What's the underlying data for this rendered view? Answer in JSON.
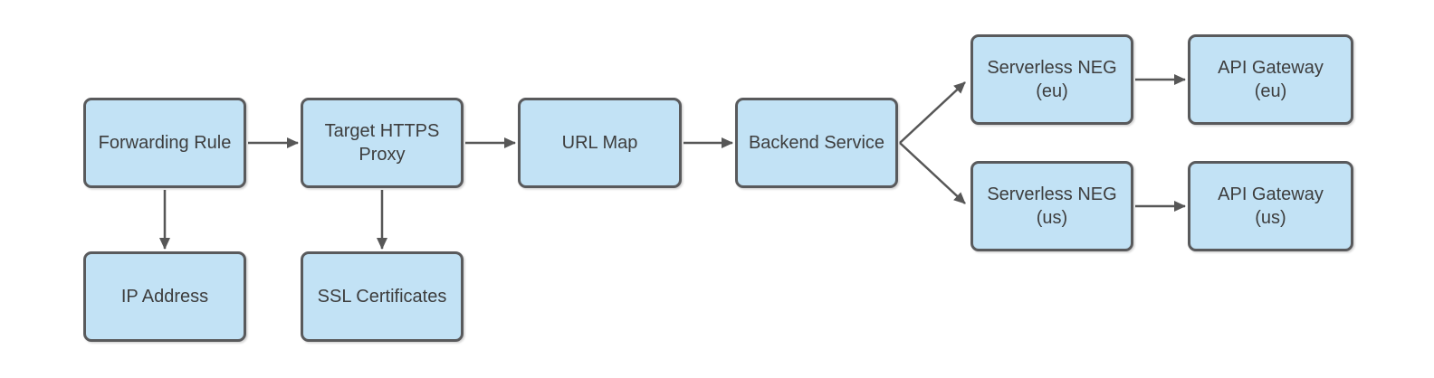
{
  "diagram": {
    "type": "flowchart",
    "background": "#ffffff",
    "colors": {
      "node_fill": "#c2e2f5",
      "node_border": "#595a5c",
      "arrow": "#575757",
      "text": "#3d3d3d"
    },
    "nodes": [
      {
        "id": "forwarding-rule",
        "label": "Forwarding Rule"
      },
      {
        "id": "target-https-proxy",
        "label": "Target HTTPS\nProxy"
      },
      {
        "id": "url-map",
        "label": "URL Map"
      },
      {
        "id": "backend-service",
        "label": "Backend Service"
      },
      {
        "id": "serverless-neg-eu",
        "label": "Serverless NEG\n(eu)"
      },
      {
        "id": "api-gateway-eu",
        "label": "API Gateway\n(eu)"
      },
      {
        "id": "serverless-neg-us",
        "label": "Serverless NEG\n(us)"
      },
      {
        "id": "api-gateway-us",
        "label": "API Gateway\n(us)"
      },
      {
        "id": "ip-address",
        "label": "IP Address"
      },
      {
        "id": "ssl-certificates",
        "label": "SSL Certificates"
      }
    ],
    "edges": [
      {
        "from": "Forwarding Rule",
        "to": "Target HTTPS Proxy"
      },
      {
        "from": "Target HTTPS Proxy",
        "to": "URL Map"
      },
      {
        "from": "URL Map",
        "to": "Backend Service"
      },
      {
        "from": "Backend Service",
        "to": "Serverless NEG (eu)"
      },
      {
        "from": "Backend Service",
        "to": "Serverless NEG (us)"
      },
      {
        "from": "Serverless NEG (eu)",
        "to": "API Gateway (eu)"
      },
      {
        "from": "Serverless NEG (us)",
        "to": "API Gateway (us)"
      },
      {
        "from": "Forwarding Rule",
        "to": "IP Address"
      },
      {
        "from": "Target HTTPS Proxy",
        "to": "SSL Certificates"
      }
    ]
  }
}
